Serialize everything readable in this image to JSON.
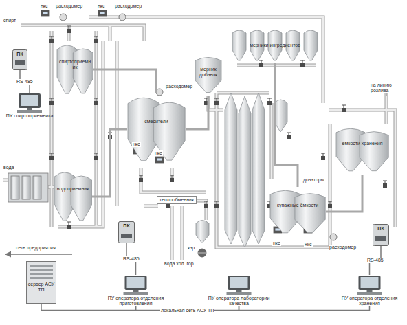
{
  "diagram": {
    "nodes": [
      {
        "text": [
          "ПК"
        ]
      },
      {
        "text": [
          "ПУ спиртоприемника"
        ]
      },
      {
        "text": [
          "спиртоприемник"
        ]
      },
      {
        "text": [
          "водоприемник"
        ]
      },
      {
        "text": [
          "смесители"
        ]
      },
      {
        "text": [
          "мерник добавок"
        ]
      },
      {
        "text": [
          "мерники ингредиентов"
        ]
      },
      {
        "text": [
          "купажные ёмкости"
        ]
      },
      {
        "text": [
          "ёмкости хранения"
        ]
      },
      {
        "text": [
          "теплообменник"
        ]
      },
      {
        "text": [
          "ПК"
        ]
      },
      {
        "text": [
          "ПК"
        ]
      },
      {
        "text": [
          "сервер АСУ ТП"
        ]
      },
      {
        "text": [
          "ПУ оператора отделения приготовления"
        ]
      },
      {
        "text": [
          "ПУ оператора лаборатории качества"
        ]
      },
      {
        "text": [
          "ПУ оператора отделения хранения"
        ]
      }
    ],
    "edges": [
      {
        "from": 0,
        "to": 1,
        "arrow": "none",
        "label": "RS-485"
      },
      {
        "from": 10,
        "to": 13,
        "arrow": "none",
        "label": "RS-485"
      },
      {
        "from": 11,
        "to": 15,
        "arrow": "none",
        "label": "RS-485"
      },
      {
        "from": 12,
        "to": 13,
        "arrow": "none"
      },
      {
        "from": 13,
        "to": 14,
        "arrow": "none",
        "label": "локальная сеть АСУ ТП"
      },
      {
        "from": 14,
        "to": 15,
        "arrow": "none"
      },
      {
        "from": 2,
        "to": 4,
        "arrow": "none"
      },
      {
        "from": 3,
        "to": 4,
        "arrow": "none"
      },
      {
        "from": 5,
        "to": 4,
        "arrow": "none"
      },
      {
        "from": 6,
        "to": 7,
        "arrow": "none"
      },
      {
        "from": 7,
        "to": 8,
        "arrow": "none"
      }
    ],
    "labels": [
      "спирт",
      "нкс",
      "расходомер",
      "нкс",
      "расходомер",
      "вода",
      "нкс",
      "нкс",
      "расходомер",
      "дозаторы",
      "на линию розлива",
      "вода хол. гор.",
      "кзр",
      "нкс",
      "нкс",
      "расходомер",
      "сеть предприятия"
    ]
  }
}
